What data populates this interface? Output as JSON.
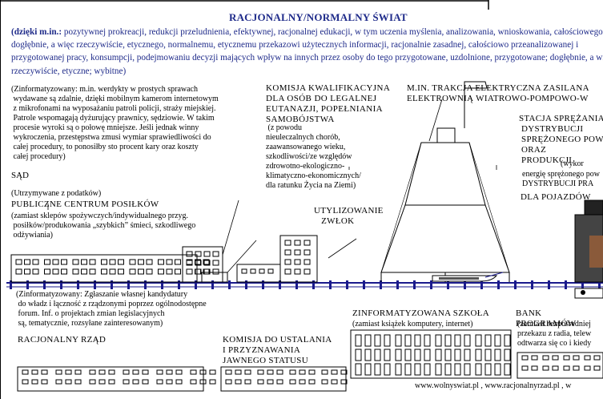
{
  "header": {
    "title": "RACJONALNY/NORMALNY ŚWIAT",
    "intro_lead": "(dzięki m.in.:",
    "intro_text": " pozytywnej prokreacji, redukcji przeludnienia, efektywnej, racjonalnej edukacji, w tym uczenia myślenia, analizowania, wnioskowania, całościowego, dogłębnie, a więc rzeczywiście, etycznego, normalnemu, etycznemu przekazowi użytecznych informacji, racjonalnie zasadnej, całościowo przeanalizowanej i przygotowanej pracy, konsumpcji, podejmowaniu decyzji mających wpływ na innych przez osoby do tego przygotowane, uzdolnione, przygotowane; dogłębnie, a więc rzeczywiście, etyczne; wybitne)"
  },
  "court": {
    "text": "(Zinformatyzowany: m.in. werdykty w prostych sprawach\n wydawane są zdalnie, dzięki mobilnym kamerom internetowym\n z mikrofonami na wyposażaniu patroli policji, straży miejskiej.\n Patrole wspomagają dyżurujący prawnicy, sędziowie. W takim\n procesie wyroki są o połowę mniejsze. Jeśli jednak winny\n wykroczenia, przestępstwa zmusi wymiar sprawiedliwości do\n całej procedury, to ponosiłby sto procent kary oraz koszty\n całej procedury)",
    "label": "SĄD"
  },
  "food_center": {
    "note": "(Utrzymywane z podatków)",
    "title": "PUBLICZNE CENTRUM POSIŁKÓW",
    "desc": "(zamiast sklepów spożywczych/indywidualnego przyg.\n posiłków/produkowania „szybkich” śmieci, szkodliwego\n odżywiania)"
  },
  "euthanasia": {
    "title": "KOMISJA KWALIFIKACYJNA\nDLA OSÓB DO LEGALNEJ\nEUTANAZJI, POPEŁNIANIA\nSAMOBÓJSTWA",
    "desc": " (z powodu\nnieuleczalnych chorób,\nzaawansowanego wieku,\nszkodliwości/ze względów\nzdrowotno-ekologiczno-\nklimatyczno-ekonomicznych/\ndla ratunku Życia na Ziemi)"
  },
  "disposal": {
    "label": "UTYLIZOWANIE\n   ZWŁOK"
  },
  "tram": {
    "label": "M.IN. TRAKCJA ELEKTRYCZNA ZASILANA\nELEKTROWNIĄ WIATROWO-POMPOWO-W"
  },
  "station": {
    "title": "STACJA SPRĘŻANIA\n DYSTRYBUCJI\n SPRĘŻONEGO POW\n ORAZ\n PRODUKCJI",
    "paren": " (wykor",
    "desc": "energię sprężonego pow\nDYSTRYBUCJI PRA",
    "footer": "DLA POJAZDÓW"
  },
  "government": {
    "text": "(Zinformatyzowany: Zgłaszanie własnej kandydatury\n do władz i łączność z rządzonymi poprzez ogólnodostępne\n forum. Inf. o projektach zmian legislacyjnych\n są, tematycznie, rozsyłane zainteresowanym)",
    "label": "RACJONALNY RZĄD"
  },
  "status": {
    "label": "KOMISJA DO USTALANIA\nI PRZYZNAWANIA\nJAWNEGO STATUSU"
  },
  "school": {
    "label": "ZINFORMATYZOWANA SZKOŁA",
    "desc": "(zamiast książek komputery, internet)"
  },
  "bank": {
    "label": "BANK PROGRAMÓW",
    "desc": "(zamiast bezpośredniej\nprzekazu z radia, telew\nodtwarza się co i kiedy"
  },
  "footer": {
    "links": "www.wolnyswiat.pl , www.racjonalnyrzad.pl , w"
  },
  "colors": {
    "title": "#1f2b8a",
    "track": "#1a1a8c",
    "ink": "#000000"
  }
}
